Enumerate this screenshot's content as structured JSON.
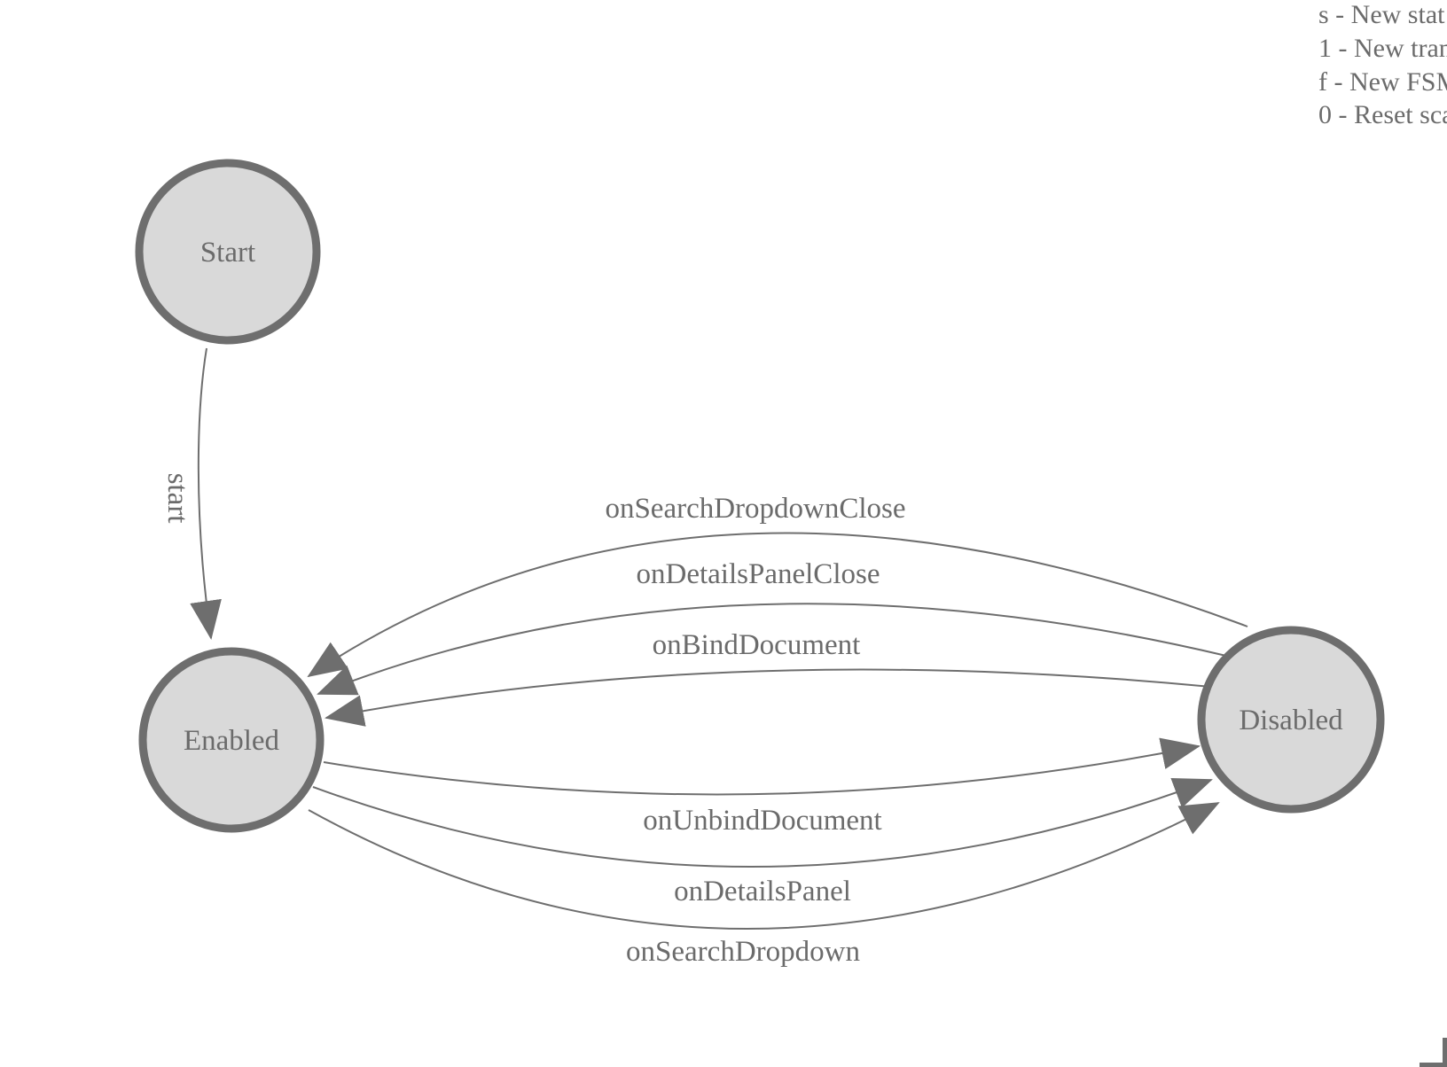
{
  "app": {
    "description": "Finite state machine diagram with states Start, Enabled, Disabled"
  },
  "legend": {
    "lines": [
      "s - New stat",
      "1 - New tran",
      "f - New FSM",
      "0 - Reset sca"
    ]
  },
  "states": [
    {
      "id": "start",
      "label": "Start"
    },
    {
      "id": "enabled",
      "label": "Enabled"
    },
    {
      "id": "disabled",
      "label": "Disabled"
    }
  ],
  "transitions": [
    {
      "label": "start",
      "from": "Start",
      "to": "Enabled"
    },
    {
      "label": "onSearchDropdownClose",
      "from": "Disabled",
      "to": "Enabled"
    },
    {
      "label": "onDetailsPanelClose",
      "from": "Disabled",
      "to": "Enabled"
    },
    {
      "label": "onBindDocument",
      "from": "Disabled",
      "to": "Enabled"
    },
    {
      "label": "onUnbindDocument",
      "from": "Enabled",
      "to": "Disabled"
    },
    {
      "label": "onDetailsPanel",
      "from": "Enabled",
      "to": "Disabled"
    },
    {
      "label": "onSearchDropdown",
      "from": "Enabled",
      "to": "Disabled"
    }
  ],
  "colors": {
    "background": "#ffffff",
    "node_fill": "#d9d9d9",
    "stroke": "#6e6e6e",
    "label_text": "#6b6b6b"
  }
}
